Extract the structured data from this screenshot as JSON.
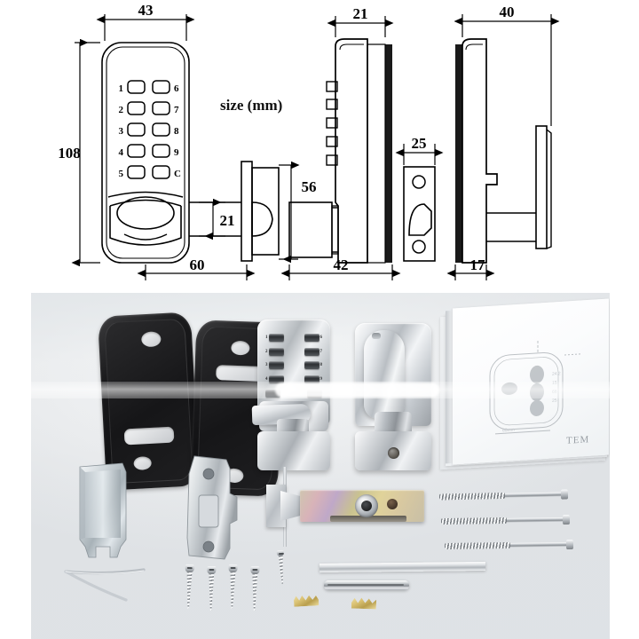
{
  "drawing": {
    "title_label": "size (mm)",
    "front_view": {
      "name": "front-view-keypad-lock",
      "dimensions": {
        "width": "43",
        "height": "108",
        "depth_projection": "60",
        "knob_height": "21"
      },
      "keypad": {
        "left_column": [
          "1",
          "2",
          "3",
          "4",
          "5"
        ],
        "right_column": [
          "6",
          "7",
          "8",
          "9",
          "C"
        ]
      }
    },
    "side_view_latch": {
      "name": "side-view-latch",
      "dimensions": {
        "backset_height": "56"
      }
    },
    "side_view_body": {
      "name": "side-view-lock-body",
      "dimensions": {
        "body_depth": "21",
        "total_depth": "42"
      }
    },
    "strike_plate_view": {
      "name": "strike-plate-view",
      "dimensions": {
        "width": "25"
      }
    },
    "side_view_turn": {
      "name": "side-view-thumbturn",
      "dimensions": {
        "turn_depth": "40",
        "plate_depth": "17"
      }
    },
    "dimension_values": [
      "43",
      "108",
      "21",
      "40",
      "56",
      "25",
      "60",
      "42",
      "17",
      "21"
    ]
  },
  "photo": {
    "name": "product-parts-photo",
    "parts": [
      {
        "id": "gasket-left",
        "label": "black rubber gasket (left)"
      },
      {
        "id": "gasket-right",
        "label": "black rubber gasket (right)"
      },
      {
        "id": "keypad-lock-unit",
        "label": "mechanical keypad lock body"
      },
      {
        "id": "thumbturn-unit",
        "label": "interior thumbturn unit"
      },
      {
        "id": "instruction-manual",
        "label": "instruction manual with drilling template"
      },
      {
        "id": "strike-box",
        "label": "zinc strike box"
      },
      {
        "id": "latch-plate",
        "label": "stainless latch faceplate"
      },
      {
        "id": "latch-bolt",
        "label": "tubular latch bolt"
      },
      {
        "id": "long-bolts",
        "label": "long connecting bolts"
      },
      {
        "id": "wood-screws",
        "label": "mounting wood screws"
      },
      {
        "id": "roll-pin",
        "label": "roll pin"
      },
      {
        "id": "spindle-bar",
        "label": "square spindle bar"
      },
      {
        "id": "wire-tool",
        "label": "wire reset tool"
      },
      {
        "id": "brass-keys",
        "label": "brass key blanks"
      }
    ],
    "keypad_unit": {
      "left_column": [
        "1",
        "2",
        "3",
        "4"
      ],
      "right_column": [
        "6",
        "7",
        "8",
        "9"
      ]
    },
    "manual": {
      "brand_text": "TEM"
    },
    "counts": {
      "long_bolts": 3,
      "wood_screws": 4,
      "brass_keys": 2,
      "gaskets": 2
    }
  },
  "colors": {
    "line": "#000000",
    "paper": "#ffffff",
    "photo_background": "#e9ebed",
    "gasket_black": "#18181a",
    "chrome": "#c7ccd1",
    "brass": "#d9c173",
    "iridescent": "#d8b3b8"
  }
}
